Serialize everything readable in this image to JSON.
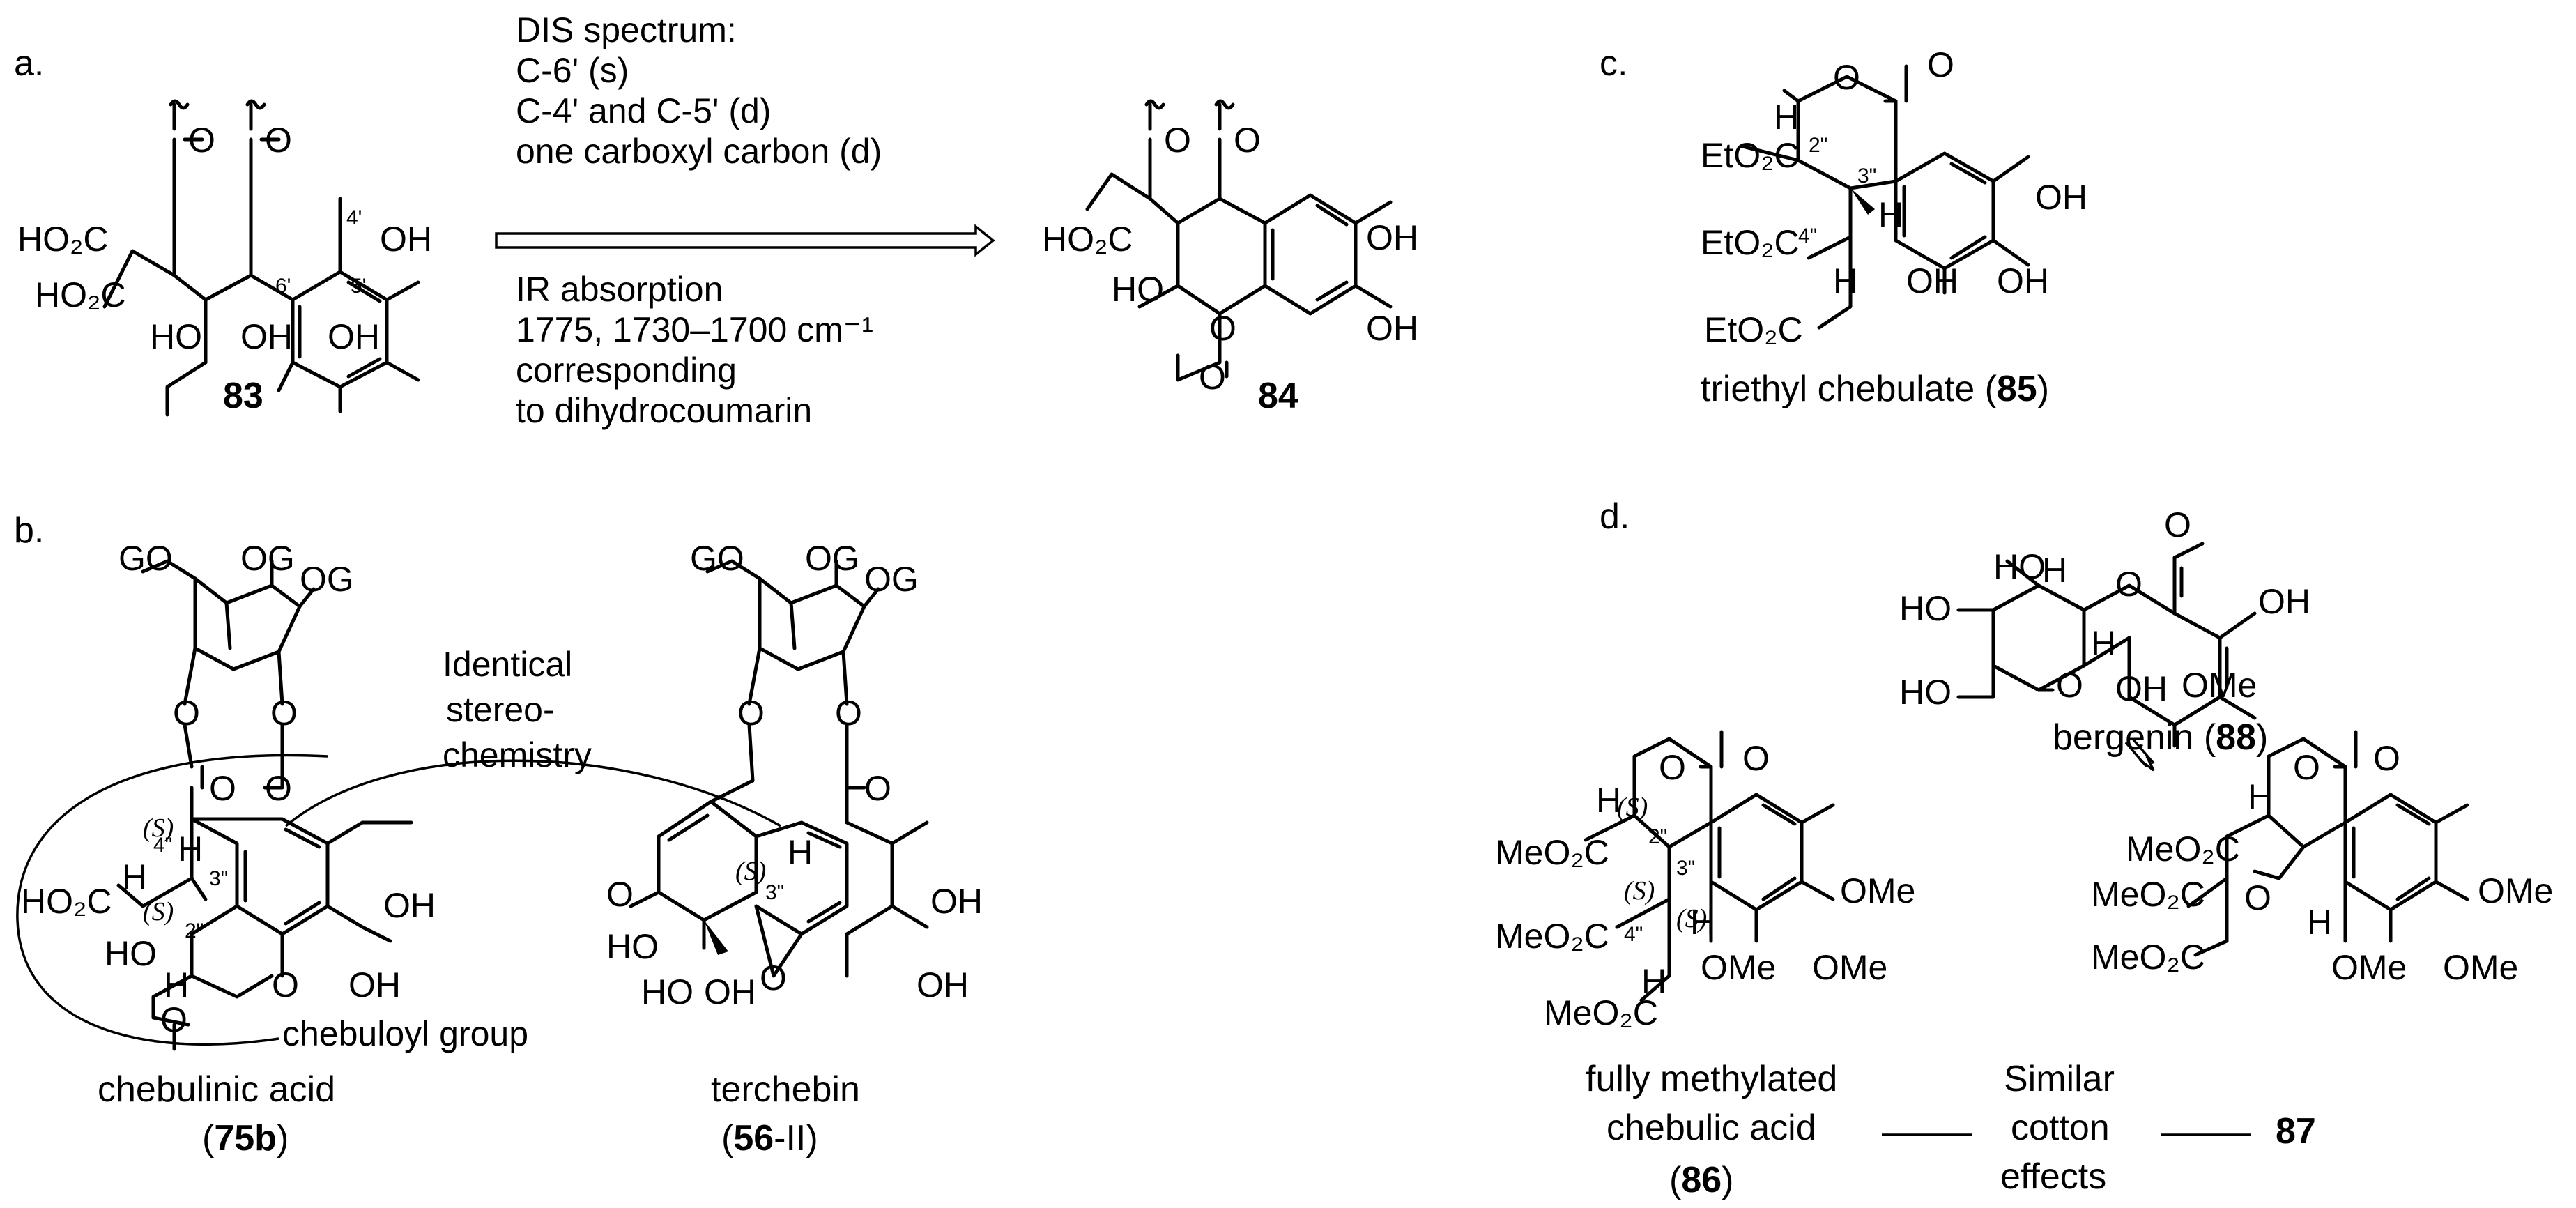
{
  "panels": {
    "a": {
      "letter": "a.",
      "compound_83": "83",
      "compound_84": "84",
      "dis_title": "DIS spectrum:",
      "dis_line1": "C-6' (s)",
      "dis_line2": "C-4' and C-5' (d)",
      "dis_line3": "one carboxyl carbon (d)",
      "ir_line1": "IR absorption",
      "ir_line2": "1775, 1730–1700 cm⁻¹",
      "ir_line3": "corresponding",
      "ir_line4": "to dihydrocoumarin"
    },
    "b": {
      "letter": "b.",
      "identical1": "Identical",
      "identical2": "stereo-",
      "identical3": "chemistry",
      "chebuloyl": "chebuloyl group",
      "chebulinic": "chebulinic acid",
      "chebulinic_id": "75b",
      "terchebin": "terchebin",
      "terchebin_id": "56",
      "terchebin_suffix": "-II"
    },
    "c": {
      "letter": "c.",
      "name": "triethyl chebulate (",
      "id": "85",
      "close": ")"
    },
    "d": {
      "letter": "d.",
      "bergenin": "bergenin (",
      "bergenin_id": "88",
      "close": ")",
      "methylated1": "fully methylated",
      "methylated2": "chebulic acid",
      "methylated_id": "86",
      "similar1": "Similar",
      "similar2": "cotton",
      "similar3": "effects",
      "id_87": "87"
    }
  },
  "atoms": {
    "HO2C": "HO₂C",
    "OH": "OH",
    "HO": "HO",
    "O": "O",
    "H": "H",
    "GO": "GO",
    "OG": "OG",
    "EtO2C": "EtO₂C",
    "MeO2C": "MeO₂C",
    "OMe": "OMe",
    "S": "(S)"
  },
  "locants": {
    "p4": "4'",
    "p5": "5'",
    "p6": "6'",
    "pp2": "2\"",
    "pp3": "3\"",
    "pp4": "4\""
  },
  "colors": {
    "ink": "#000000",
    "background": "#ffffff"
  }
}
